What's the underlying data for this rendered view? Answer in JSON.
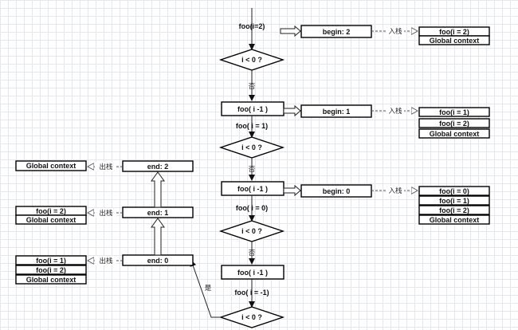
{
  "main_flow": {
    "start_label": "foo(i=2)",
    "diamond_label": "i < 0 ?",
    "no_label": "否",
    "yes_label": "是",
    "call_box": "foo( i -1 )",
    "call_labels": [
      "foo( i = 1)",
      "foo( i = 0)",
      "foo( i = -1)"
    ]
  },
  "begin_boxes": [
    "begin: 2",
    "begin: 1",
    "begin: 0"
  ],
  "end_boxes": [
    "end: 2",
    "end: 1",
    "end: 0"
  ],
  "push_label": "入栈",
  "pop_label": "出栈",
  "stacks_push": [
    [
      "foo(i = 2)",
      "Global context"
    ],
    [
      "foo(i = 1)",
      "foo(i = 2)",
      "Global context"
    ],
    [
      "foo(i = 0)",
      "foo(i = 1)",
      "foo(i = 2)",
      "Global context"
    ]
  ],
  "stacks_pop": [
    [
      "Global context"
    ],
    [
      "foo(i = 2)",
      "Global context"
    ],
    [
      "foo(i = 1)",
      "foo(i = 2)",
      "Global context"
    ]
  ]
}
